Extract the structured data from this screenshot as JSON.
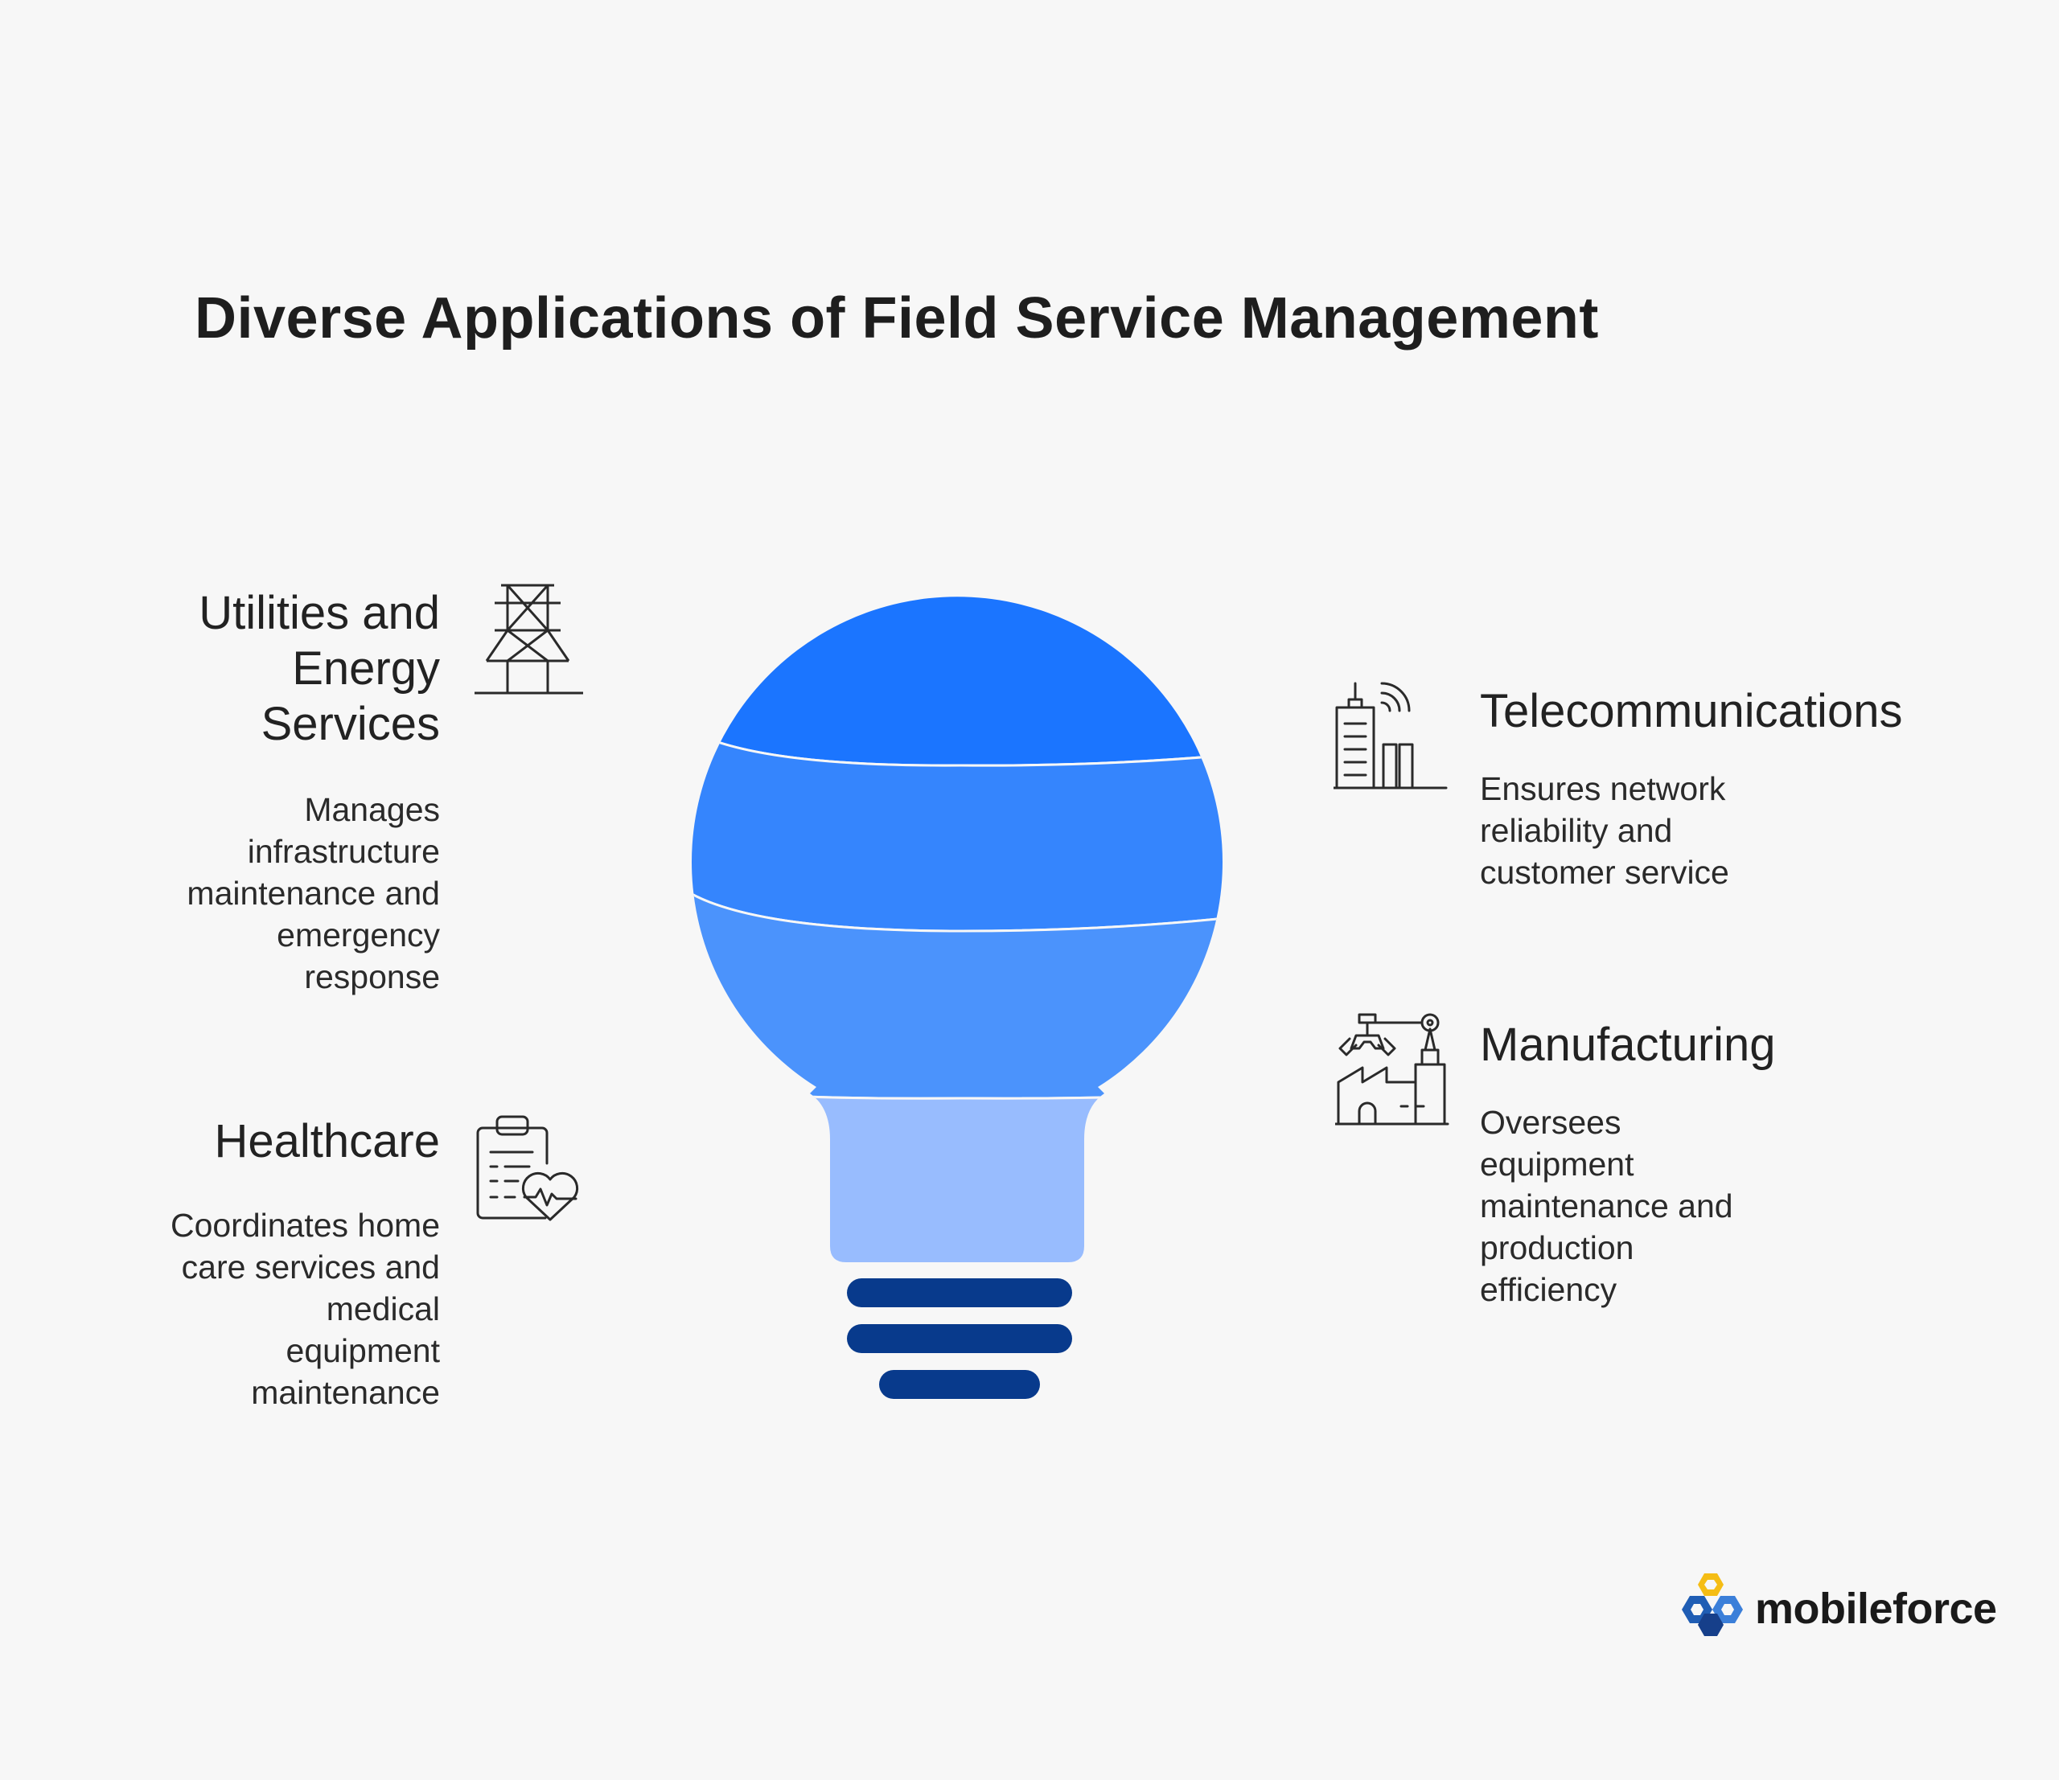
{
  "title": "Diverse Applications of Field Service Management",
  "colors": {
    "segment_1": "#1b75ff",
    "segment_2": "#3585fd",
    "segment_3": "#4b93fc",
    "segment_4": "#98bcfe",
    "base_rings": "#083a8c",
    "logo_yellow": "#f5bd15",
    "logo_blue": "#1f5db4"
  },
  "items": {
    "utilities": {
      "heading_lines": [
        "Utilities and",
        "Energy",
        "Services"
      ],
      "desc_lines": [
        "Manages",
        "infrastructure",
        "maintenance and",
        "emergency",
        "response"
      ],
      "icon": "transmission-tower-icon"
    },
    "healthcare": {
      "heading_lines": [
        "Healthcare"
      ],
      "desc_lines": [
        "Coordinates home",
        "care services and",
        "medical",
        "equipment",
        "maintenance"
      ],
      "icon": "clipboard-heart-icon"
    },
    "telecom": {
      "heading_lines": [
        "Telecommunications"
      ],
      "desc_lines": [
        "Ensures network",
        "reliability and",
        "customer service"
      ],
      "icon": "signal-building-icon"
    },
    "manufacturing": {
      "heading_lines": [
        "Manufacturing"
      ],
      "desc_lines": [
        "Oversees",
        "equipment",
        "maintenance and",
        "production",
        "efficiency"
      ],
      "icon": "factory-robot-arm-icon"
    }
  },
  "logo": {
    "text": "mobileforce"
  }
}
